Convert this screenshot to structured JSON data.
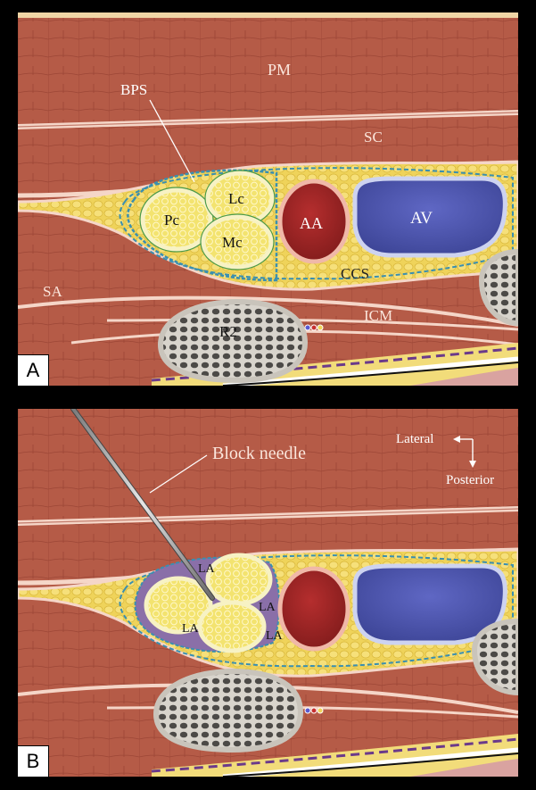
{
  "panel_a": {
    "letter": "A",
    "labels": {
      "pm": "PM",
      "bps": "BPS",
      "sc": "SC",
      "sa": "SA",
      "pc": "Pc",
      "lc": "Lc",
      "mc": "Mc",
      "aa": "AA",
      "av": "AV",
      "ccs": "CCS",
      "icm": "ICM",
      "r2": "R2"
    }
  },
  "panel_b": {
    "letter": "B",
    "labels": {
      "block_needle": "Block needle",
      "lateral": "Lateral",
      "posterior": "Posterior",
      "la": "LA"
    }
  },
  "colors": {
    "muscle": "#b55b47",
    "fat": "#efd35a",
    "artery": "#9e2424",
    "vein": "#4a52a8",
    "la": "#8a6fa8"
  }
}
